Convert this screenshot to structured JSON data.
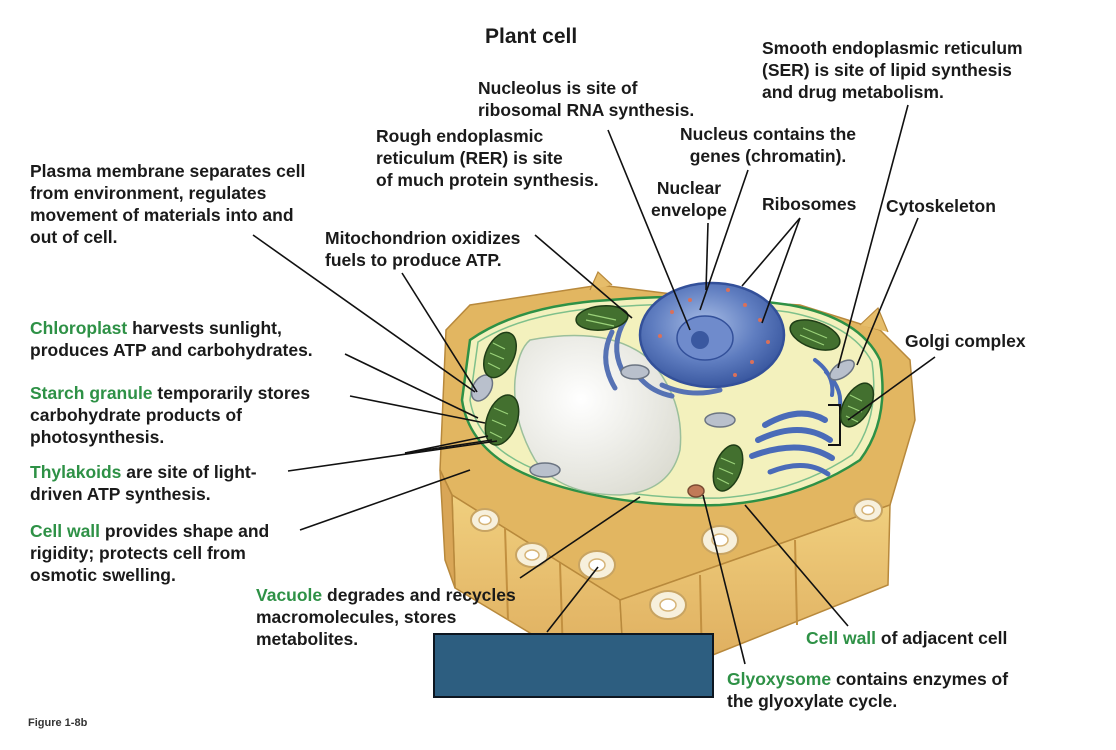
{
  "title": "Plant cell",
  "figure_label": "Figure 1-8b",
  "labels": {
    "plasma": {
      "lines": [
        "Plasma membrane separates cell",
        "from environment, regulates",
        "movement of materials into and",
        "out of cell."
      ]
    },
    "rer": {
      "lines": [
        "Rough endoplasmic",
        "reticulum (RER) is site",
        "of much protein synthesis."
      ]
    },
    "nucleolus": {
      "lines": [
        "Nucleolus is site of",
        "ribosomal RNA synthesis."
      ]
    },
    "ser": {
      "lines": [
        "Smooth endoplasmic reticulum",
        "(SER) is site of lipid synthesis",
        "and drug metabolism."
      ]
    },
    "nucleus": {
      "lines": [
        "Nucleus contains the",
        "genes (chromatin)."
      ]
    },
    "envelope": {
      "lines": [
        "Nuclear",
        "envelope"
      ]
    },
    "ribosomes": {
      "text": "Ribosomes"
    },
    "cytoskeleton": {
      "text": "Cytoskeleton"
    },
    "mito": {
      "lines": [
        "Mitochondrion oxidizes",
        "fuels to produce ATP."
      ]
    },
    "golgi": {
      "text": "Golgi complex"
    },
    "chloroplast": {
      "term": "Chloroplast",
      "rest": " harvests sunlight,",
      "lines": [
        "produces ATP and carbohydrates."
      ]
    },
    "starch": {
      "term": "Starch granule",
      "rest": " temporarily stores",
      "lines": [
        "carbohydrate products of",
        "photosynthesis."
      ]
    },
    "thylakoids": {
      "term": "Thylakoids",
      "rest": " are site of light-",
      "lines": [
        "driven ATP synthesis."
      ]
    },
    "cellwall": {
      "term": "Cell wall",
      "rest": " provides shape and",
      "lines": [
        "rigidity; protects cell from",
        "osmotic swelling."
      ]
    },
    "vacuole": {
      "term": "Vacuole",
      "rest": " degrades and recycles",
      "lines": [
        "macromolecules, stores",
        "metabolites."
      ]
    },
    "adjwall": {
      "term": "Cell wall",
      "rest": " of adjacent cell"
    },
    "glyoxysome": {
      "term": "Glyoxysome",
      "rest": " contains enzymes of",
      "lines": [
        "the glyoxylate cycle."
      ]
    }
  },
  "colors": {
    "term_green": "#2e9146",
    "mask_fill": "#2d5e80",
    "cell_wall": "#eac36a",
    "cytoplasm": "#f2f0b8",
    "vacuole": "#eeeee4",
    "nucleus": "#5a77b8",
    "chloroplast": "#3f6b2c"
  }
}
